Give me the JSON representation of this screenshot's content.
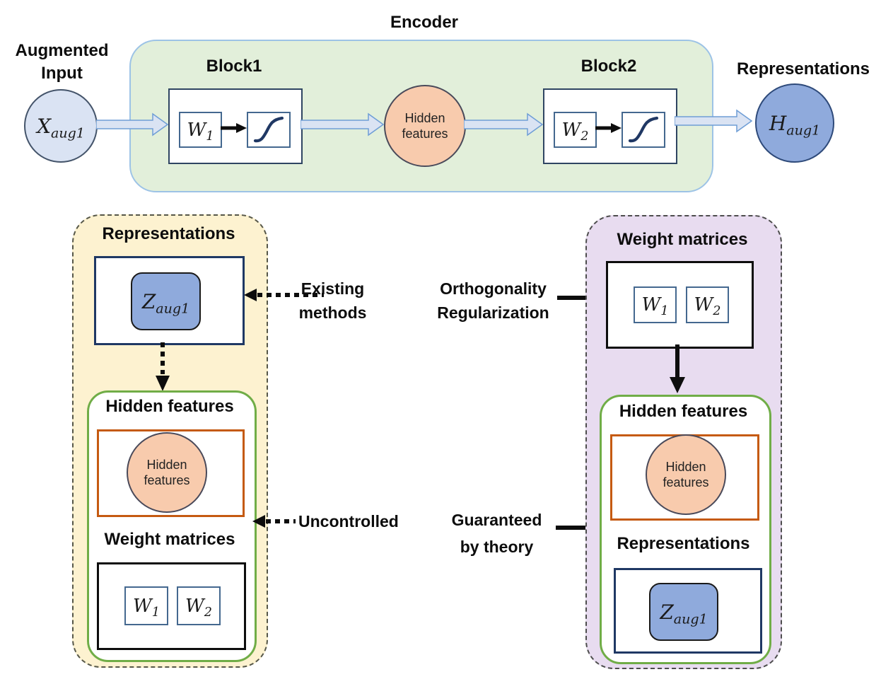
{
  "encoder": {
    "title": "Encoder",
    "input_label_line1": "Augmented",
    "input_label_line2": "Input",
    "input_symbol": {
      "base": "X",
      "sub": "aug1"
    },
    "block1": {
      "label": "Block1",
      "weight": {
        "base": "W",
        "sub": "1"
      }
    },
    "block2": {
      "label": "Block2",
      "weight": {
        "base": "W",
        "sub": "2"
      }
    },
    "hidden_circle": {
      "line1": "Hidden",
      "line2": "features"
    },
    "output_label": "Representations",
    "output_symbol": {
      "base": "H",
      "sub": "aug1"
    }
  },
  "left_panel": {
    "heading": "Representations",
    "z_symbol": {
      "base": "Z",
      "sub": "aug1"
    },
    "hidden_heading": "Hidden features",
    "hidden_circle": {
      "line1": "Hidden",
      "line2": "features"
    },
    "weights_heading": "Weight matrices",
    "w1": {
      "base": "W",
      "sub": "1"
    },
    "w2": {
      "base": "W",
      "sub": "2"
    }
  },
  "right_panel": {
    "heading": "Weight matrices",
    "w1": {
      "base": "W",
      "sub": "1"
    },
    "w2": {
      "base": "W",
      "sub": "2"
    },
    "hidden_heading": "Hidden features",
    "hidden_circle": {
      "line1": "Hidden",
      "line2": "features"
    },
    "representations_heading": "Representations",
    "z_symbol": {
      "base": "Z",
      "sub": "aug1"
    }
  },
  "annotations": {
    "existing_methods": {
      "line1": "Existing",
      "line2": "methods"
    },
    "uncontrolled": "Uncontrolled",
    "orthogonality": {
      "line1": "Orthogonality",
      "line2": "Regularization"
    },
    "guaranteed": {
      "line1": "Guaranteed",
      "line2": "by theory"
    }
  },
  "colors": {
    "encoder_fill": "#e2efda",
    "encoder_border": "#9dc3e6",
    "input_circle_fill": "#dae3f3",
    "output_circle_fill": "#8faadc",
    "hidden_circle_fill": "#f8cbad",
    "left_panel_fill": "#fdf2d0",
    "right_panel_fill": "#e8dcf0",
    "orange_border": "#c55a11",
    "navy_border": "#1f3864",
    "green_border": "#70ad47",
    "flow_arrow_fill": "#dae3f3",
    "flow_arrow_border": "#6f9ed6"
  }
}
